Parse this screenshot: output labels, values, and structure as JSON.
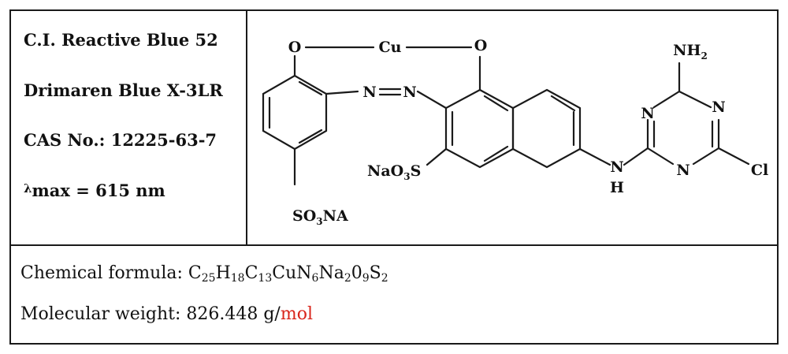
{
  "info": {
    "name": "C.I. Reactive Blue 52",
    "trade_name": "Drimaren Blue X-3LR",
    "cas_label": "CAS No.:",
    "cas_number": "12225-63-7",
    "lambda_symbol": "λ",
    "lambda_text": "max = 615 nm"
  },
  "structure": {
    "o_left": "O",
    "cu": "Cu",
    "o_right": "O",
    "n1": "N",
    "n2": "N",
    "nh2": "NH",
    "nh2_sub": "2",
    "triazine_n_left": "N",
    "triazine_n_right": "N",
    "triazine_n_bottom": "N",
    "cl": "Cl",
    "amine_n": "N",
    "amine_h": "H",
    "sulfonate_1": "NaO",
    "sulfonate_1_sub": "3",
    "sulfonate_1_tail": "S",
    "sulfonate_2": "SO",
    "sulfonate_2_sub": "3",
    "sulfonate_2_tail": "NA"
  },
  "properties": {
    "formula_label": "Chemical formula: ",
    "formula_parts": [
      "C",
      "25",
      "H",
      "18",
      "C",
      "13",
      "CuN",
      "6",
      "Na",
      "2",
      "0",
      "9",
      "S",
      "2"
    ],
    "weight_label": "Molecular weight: ",
    "weight_value": "826.448 g/",
    "weight_unit": "mol"
  },
  "colors": {
    "unit_accent": "#d9261c",
    "border": "#1a1a1a"
  }
}
